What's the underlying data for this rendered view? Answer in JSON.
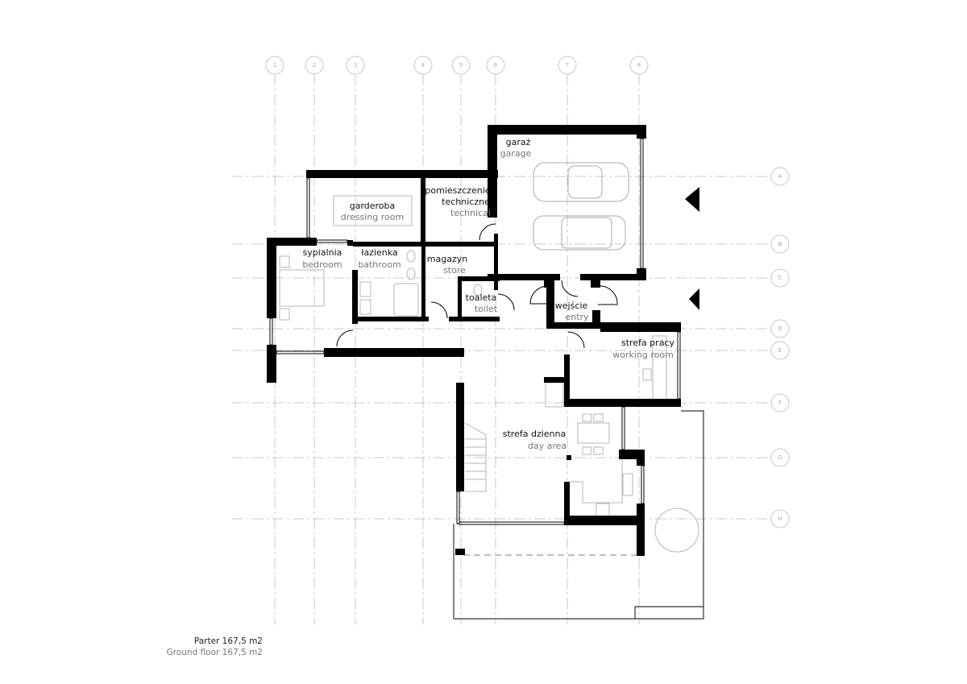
{
  "grid": {
    "columns": [
      "1",
      "2",
      "3",
      "4",
      "5",
      "6",
      "7",
      "8"
    ],
    "rows": [
      "A",
      "B",
      "C",
      "D",
      "E",
      "F",
      "G",
      "H"
    ]
  },
  "rooms": {
    "dressing": {
      "pl": "garderoba",
      "en": "dressing room"
    },
    "technical": {
      "pl_line1": "pomieszczenie",
      "pl_line2": "techniczne",
      "en": "technical"
    },
    "bedroom": {
      "pl": "sypialnia",
      "en": "bedroom"
    },
    "bathroom": {
      "pl": "łazienka",
      "en": "bathroom"
    },
    "store": {
      "pl": "magazyn",
      "en": "store"
    },
    "toilet": {
      "pl": "toaleta",
      "en": "toilet"
    },
    "garage": {
      "pl": "garaż",
      "en": "garage"
    },
    "entry": {
      "pl": "wejście",
      "en": "entry"
    },
    "working": {
      "pl": "strefa pracy",
      "en": "working room"
    },
    "day": {
      "pl": "strefa dzienna",
      "en": "day area"
    }
  },
  "caption": {
    "pl": "Parter 167,5 m2",
    "en": "Ground floor 167,5 m2"
  },
  "colors": {
    "wall": "#000000",
    "grid": "#c8c8c8",
    "furniture": "#b5b5b5",
    "label_en": "#777777"
  }
}
